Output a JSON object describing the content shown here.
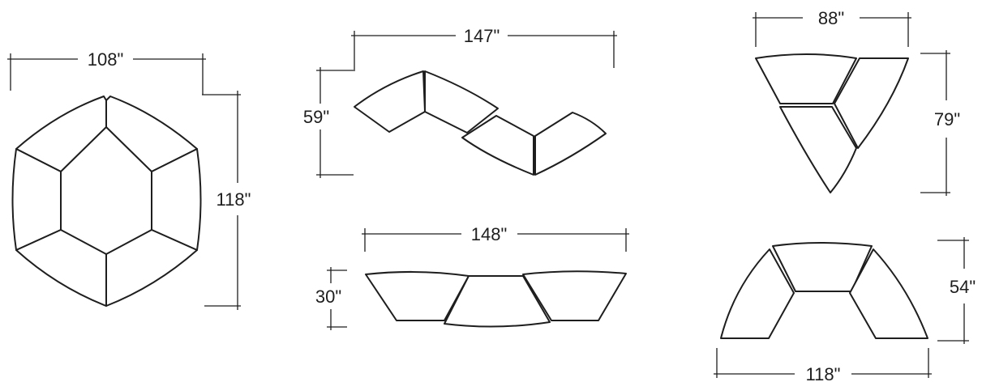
{
  "dimensions": {
    "hexagon_width": "108\"",
    "hexagon_depth": "118\"",
    "zigzag_width": "147\"",
    "zigzag_depth": "59\"",
    "curve_width": "148\"",
    "curve_depth": "30\"",
    "triangle_width": "88\"",
    "triangle_depth": "79\"",
    "arc_width": "118\"",
    "arc_depth": "54\""
  }
}
